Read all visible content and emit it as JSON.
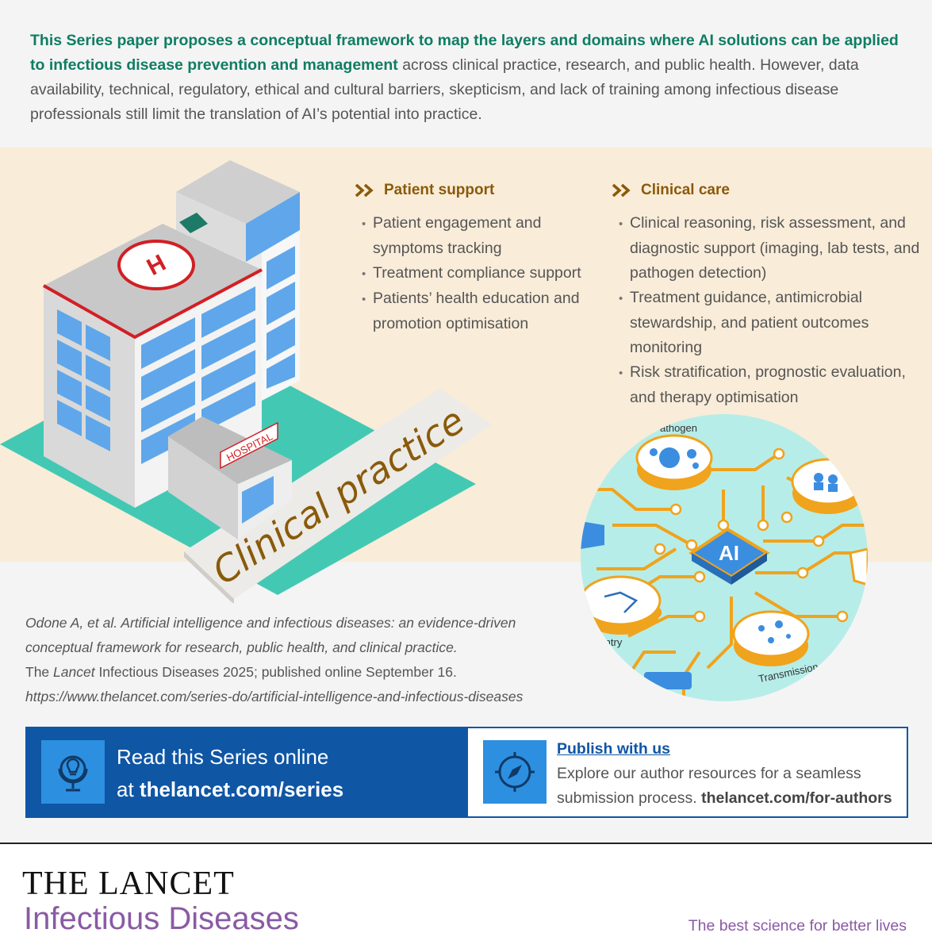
{
  "intro": {
    "highlight": "This Series paper proposes a conceptual framework to map the layers and domains where AI solutions can be applied to infectious disease prevention and management",
    "rest": " across clinical practice, research, and public health. However, data availability, technical, regulatory, ethical and cultural barriers, skepticism, and lack of training among infectious disease professionals still limit the translation of AI’s potential into practice."
  },
  "illustration": {
    "sign_label": "HOSPITAL",
    "heli_letter": "H",
    "caption": "Clinical practice"
  },
  "columns": [
    {
      "heading": "Patient support",
      "items": [
        "Patient engagement and symptoms tracking",
        "Treatment compliance support",
        "Patients’ health education and promotion optimisation"
      ]
    },
    {
      "heading": "Clinical care",
      "items": [
        "Clinical reasoning, risk assessment, and diagnostic support (imaging, lab tests, and pathogen detection)",
        "Treatment guidance, antimicrobial stewardship, and patient outcomes monitoring",
        "Risk stratification, prognostic evaluation, and therapy optimisation"
      ]
    }
  ],
  "circle": {
    "center_label": "AI",
    "labels": {
      "pathogen": "athogen",
      "entry": "Entry",
      "transmission": "Transmission"
    }
  },
  "citation": {
    "line1": "Odone A, et al. Artificial intelligence and infectious diseases: an evidence-driven",
    "line2": "conceptual framework for research, public health, and clinical practice.",
    "line3_a": "The ",
    "line3_b": "Lancet",
    "line3_c": " Infectious Diseases 2025; published online September 16.",
    "line4": "https://www.thelancet.com/series-do/artificial-intelligence-and-infectious-diseases"
  },
  "promo_left": {
    "line1": "Read this Series online",
    "line2_prefix": "at ",
    "line2_url": "thelancet.com/series",
    "icon": "globe-lightbulb-icon"
  },
  "promo_right": {
    "link": "Publish with us",
    "text": "Explore our author resources for a seamless submission process. ",
    "url": "thelancet.com/for-authors",
    "icon": "compass-icon"
  },
  "footer": {
    "brand_top": "THE LANCET",
    "brand_bottom": "Infectious Diseases",
    "tagline": "The best science for better lives"
  },
  "colors": {
    "accent_green": "#0f7d63",
    "band": "#f9ecd9",
    "heading_brown": "#8a5a0a",
    "blue": "#0f56a5",
    "purple": "#8a5aa5"
  }
}
